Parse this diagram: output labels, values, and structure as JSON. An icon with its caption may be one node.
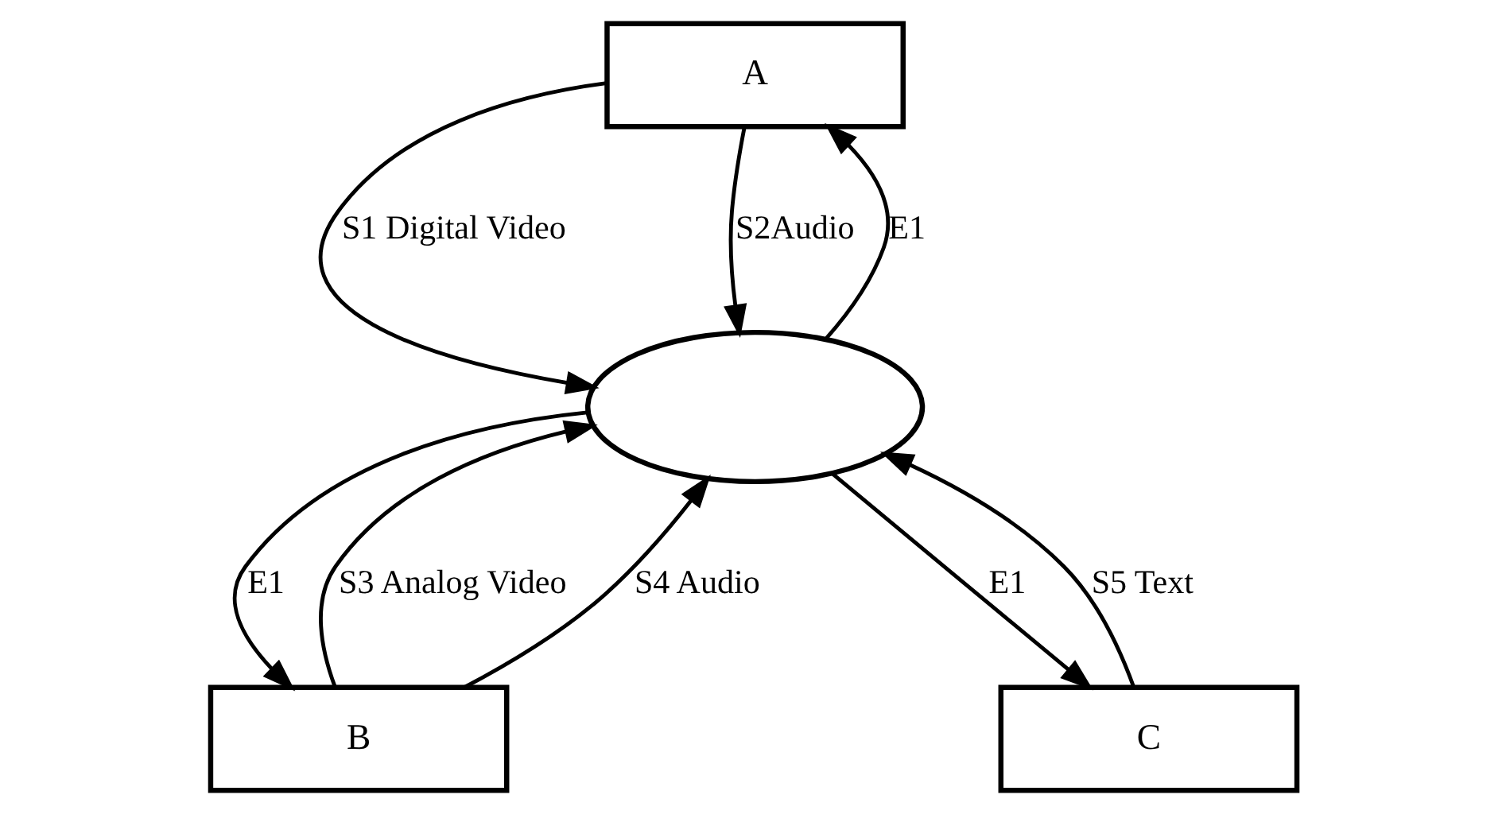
{
  "diagram": {
    "nodes": [
      {
        "text": [
          "A"
        ]
      },
      {
        "text": [
          "B"
        ]
      },
      {
        "text": [],
        "shape": "ellipse"
      },
      {
        "text": [
          "C"
        ]
      }
    ],
    "edges": [
      {
        "from": 0,
        "to": 2,
        "arrow": "to",
        "label": "S1 Digital Video"
      },
      {
        "from": 0,
        "to": 2,
        "arrow": "to",
        "label": "S2Audio"
      },
      {
        "from": 1,
        "to": 2,
        "arrow": "to",
        "label": "S3 Analog Video"
      },
      {
        "from": 1,
        "to": 2,
        "arrow": "to",
        "label": "S4 Audio"
      },
      {
        "from": 2,
        "to": 0,
        "arrow": "to",
        "label": "E1"
      },
      {
        "from": 2,
        "to": 1,
        "arrow": "to",
        "label": "E1"
      },
      {
        "from": 2,
        "to": 3,
        "arrow": "to",
        "label": "E1"
      },
      {
        "from": 3,
        "to": 2,
        "arrow": "to",
        "label": "S5 Text"
      }
    ]
  }
}
